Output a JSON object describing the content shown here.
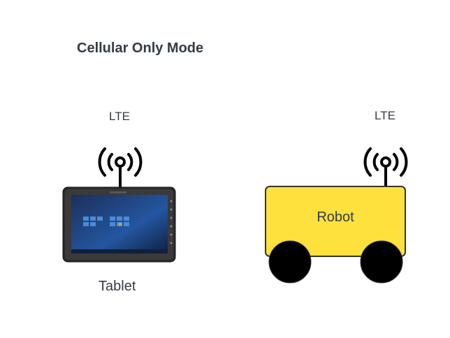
{
  "title": "Cellular Only Mode",
  "tablet": {
    "lte_label": "LTE",
    "label": "Tablet",
    "icon": "rugged-tablet-icon"
  },
  "robot": {
    "lte_label": "LTE",
    "label": "Robot",
    "body_color": "#ffe13d",
    "wheel_color": "#000000",
    "icon": "antenna-icon"
  },
  "colors": {
    "stroke": "#333333",
    "text": "#333b45",
    "screen_blue": "#1b3b6e"
  }
}
